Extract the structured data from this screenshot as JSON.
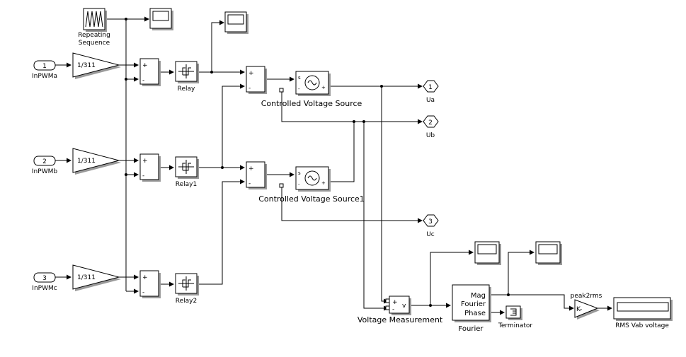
{
  "blocks": {
    "repeating_sequence": "Repeating\nSequence",
    "in_a": {
      "number": "1",
      "name": "InPWMa"
    },
    "in_b": {
      "number": "2",
      "name": "InPWMb"
    },
    "in_c": {
      "number": "3",
      "name": "InPWMc"
    },
    "gain": "1/311",
    "relay_a": "Relay",
    "relay_b": "Relay1",
    "relay_c": "Relay2",
    "cvs_a": "Controlled Voltage Source",
    "cvs_b": "Controlled Voltage Source1",
    "out_a": {
      "number": "1",
      "name": "Ua"
    },
    "out_b": {
      "number": "2",
      "name": "Ub"
    },
    "out_c": {
      "number": "3",
      "name": "Uc"
    },
    "voltage_measurement": "Voltage Measurement",
    "fourier": {
      "name": "Fourier",
      "mag": "Mag",
      "fourier": "Fourier",
      "phase": "Phase"
    },
    "terminator": "Terminator",
    "peak2rms": {
      "name": "peak2rms",
      "gain": "K-"
    },
    "display": "RMS Vab voltage"
  },
  "signs": {
    "plus": "+",
    "minus": "-",
    "s": "s",
    "v": "v"
  }
}
